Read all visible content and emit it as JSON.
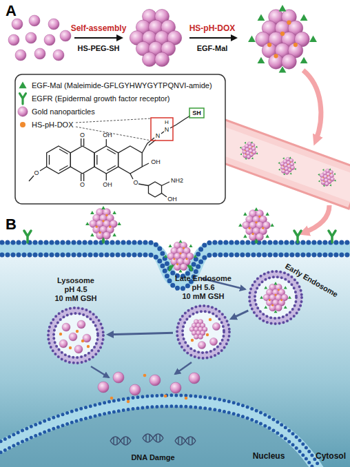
{
  "diagram": {
    "nodes": [
      {
        "text": [
          "Early Endosome"
        ]
      },
      {
        "text": [
          "Late Endosome",
          "pH 5.6",
          "10 mM GSH"
        ]
      },
      {
        "text": [
          "Lysosome",
          "pH 4.5",
          "10 mM GSH"
        ]
      }
    ],
    "edges": [
      {
        "from": 0,
        "to": 1,
        "arrow": "to"
      },
      {
        "from": 1,
        "to": 2,
        "arrow": "to"
      }
    ],
    "labels": [
      "A",
      "Self-assembly",
      "HS-PEG-SH",
      "HS-pH-DOX",
      "EGF-Mal",
      "O",
      "O",
      "OH",
      "OH",
      "O",
      "N",
      "N",
      "H",
      "OH",
      "SH",
      "O",
      "NH2",
      "OH",
      "B",
      "DNA Damge",
      "Nucleus",
      "Cytosol"
    ],
    "legend": [
      {
        "text": "EGF-Mal (Maleimide-GFLGYHWYGYTPQNVI-amide)"
      },
      {
        "text": "EGFR (Epidermal growth factor receptor)"
      },
      {
        "text": "Gold nanoparticles"
      },
      {
        "text": "HS-pH-DOX"
      }
    ]
  }
}
